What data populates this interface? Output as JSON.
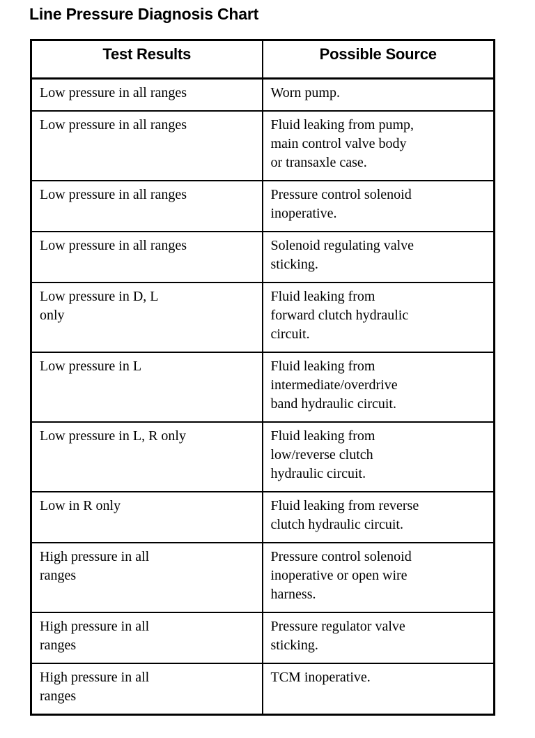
{
  "document": {
    "title": "Line Pressure Diagnosis Chart"
  },
  "table": {
    "name": "line-pressure-diagnosis-table",
    "columns": [
      {
        "key": "test_results",
        "label": "Test Results"
      },
      {
        "key": "possible_source",
        "label": "Possible Source"
      }
    ],
    "rows": [
      {
        "test_results": [
          "Low pressure in all ranges"
        ],
        "possible_source": [
          "Worn pump."
        ]
      },
      {
        "test_results": [
          "Low pressure in all ranges"
        ],
        "possible_source": [
          "Fluid leaking from pump,",
          "main control valve body",
          "or transaxle case."
        ]
      },
      {
        "test_results": [
          "Low pressure in all ranges"
        ],
        "possible_source": [
          "Pressure control solenoid",
          "inoperative."
        ]
      },
      {
        "test_results": [
          "Low pressure in all ranges"
        ],
        "possible_source": [
          "Solenoid regulating valve",
          "sticking."
        ]
      },
      {
        "test_results": [
          "Low pressure in D, L",
          "only"
        ],
        "possible_source": [
          "Fluid leaking from",
          "forward clutch hydraulic",
          "circuit."
        ]
      },
      {
        "test_results": [
          "Low pressure in L"
        ],
        "possible_source": [
          "Fluid leaking from",
          "intermediate/overdrive",
          "band hydraulic circuit."
        ]
      },
      {
        "test_results": [
          "Low pressure in L, R only"
        ],
        "possible_source": [
          "Fluid leaking from",
          "low/reverse clutch",
          "hydraulic circuit."
        ]
      },
      {
        "test_results": [
          "Low in R only"
        ],
        "possible_source": [
          "Fluid leaking from reverse",
          "clutch hydraulic circuit."
        ]
      },
      {
        "test_results": [
          "High pressure in all",
          "ranges"
        ],
        "possible_source": [
          "Pressure control solenoid",
          "inoperative or open wire",
          "harness."
        ]
      },
      {
        "test_results": [
          "High pressure in all",
          "ranges"
        ],
        "possible_source": [
          "Pressure regulator valve",
          "sticking."
        ]
      },
      {
        "test_results": [
          "High pressure in all",
          "ranges"
        ],
        "possible_source": [
          "TCM inoperative."
        ]
      }
    ]
  },
  "style": {
    "page_background": "#ffffff",
    "text_color": "#000000",
    "border_color": "#000000"
  }
}
